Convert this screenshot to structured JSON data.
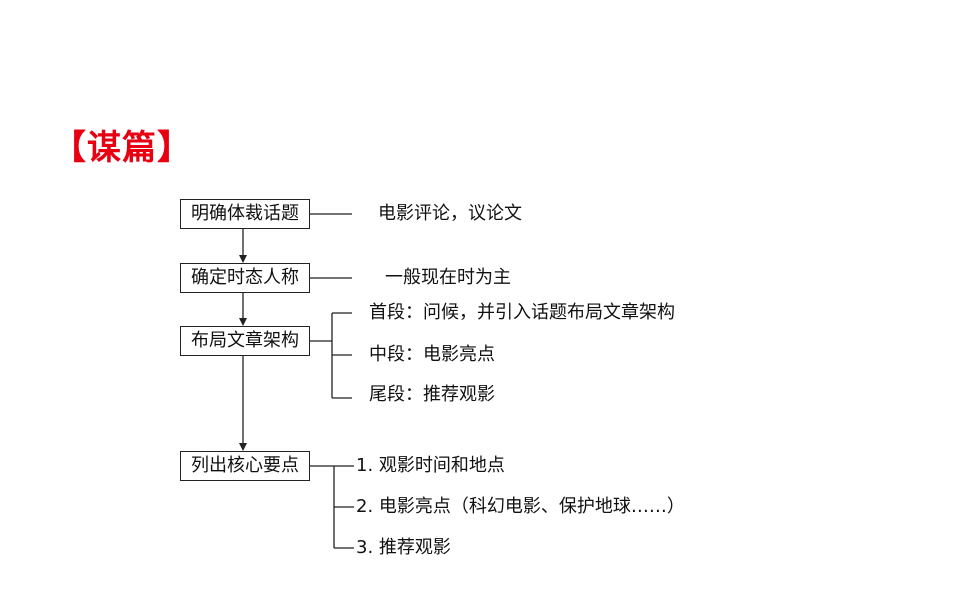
{
  "title": "【谋篇】",
  "steps": [
    {
      "label": "明确体裁话题",
      "details": [
        "电影评论，议论文"
      ]
    },
    {
      "label": "确定时态人称",
      "details": [
        "一般现在时为主"
      ]
    },
    {
      "label": "布局文章架构",
      "details": [
        "首段：问候，并引入话题布局文章架构",
        "中段：电影亮点",
        "尾段：推荐观影"
      ]
    },
    {
      "label": "列出核心要点",
      "details": [
        "1. 观影时间和地点",
        "2. 电影亮点（科幻电影、保护地球……）",
        "3. 推荐观影"
      ]
    }
  ]
}
